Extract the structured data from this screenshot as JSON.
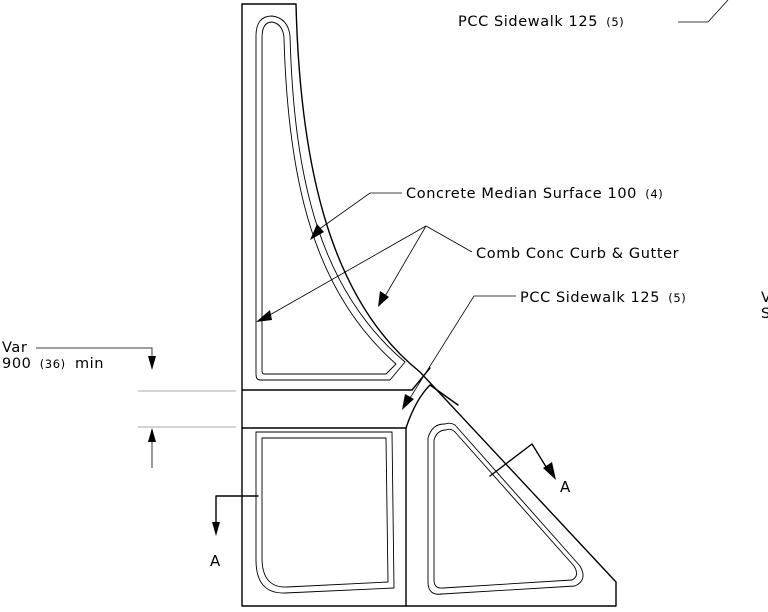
{
  "labels": {
    "sidewalk_top": {
      "text": "PCC Sidewalk 125",
      "metric": "(5)"
    },
    "median_surface": {
      "text": "Concrete Median Surface 100",
      "metric": "(4)"
    },
    "curb_gutter": {
      "text": "Comb Conc Curb & Gutter"
    },
    "sidewalk_mid": {
      "text": "PCC Sidewalk 125",
      "metric": "(5)"
    },
    "dimension": {
      "line1": "Var",
      "line2_a": "900",
      "line2_b": "(36)",
      "line2_c": "min"
    },
    "section_left": "A",
    "section_right": "A",
    "clipped_right": {
      "line1": "V",
      "line2": "S"
    }
  }
}
